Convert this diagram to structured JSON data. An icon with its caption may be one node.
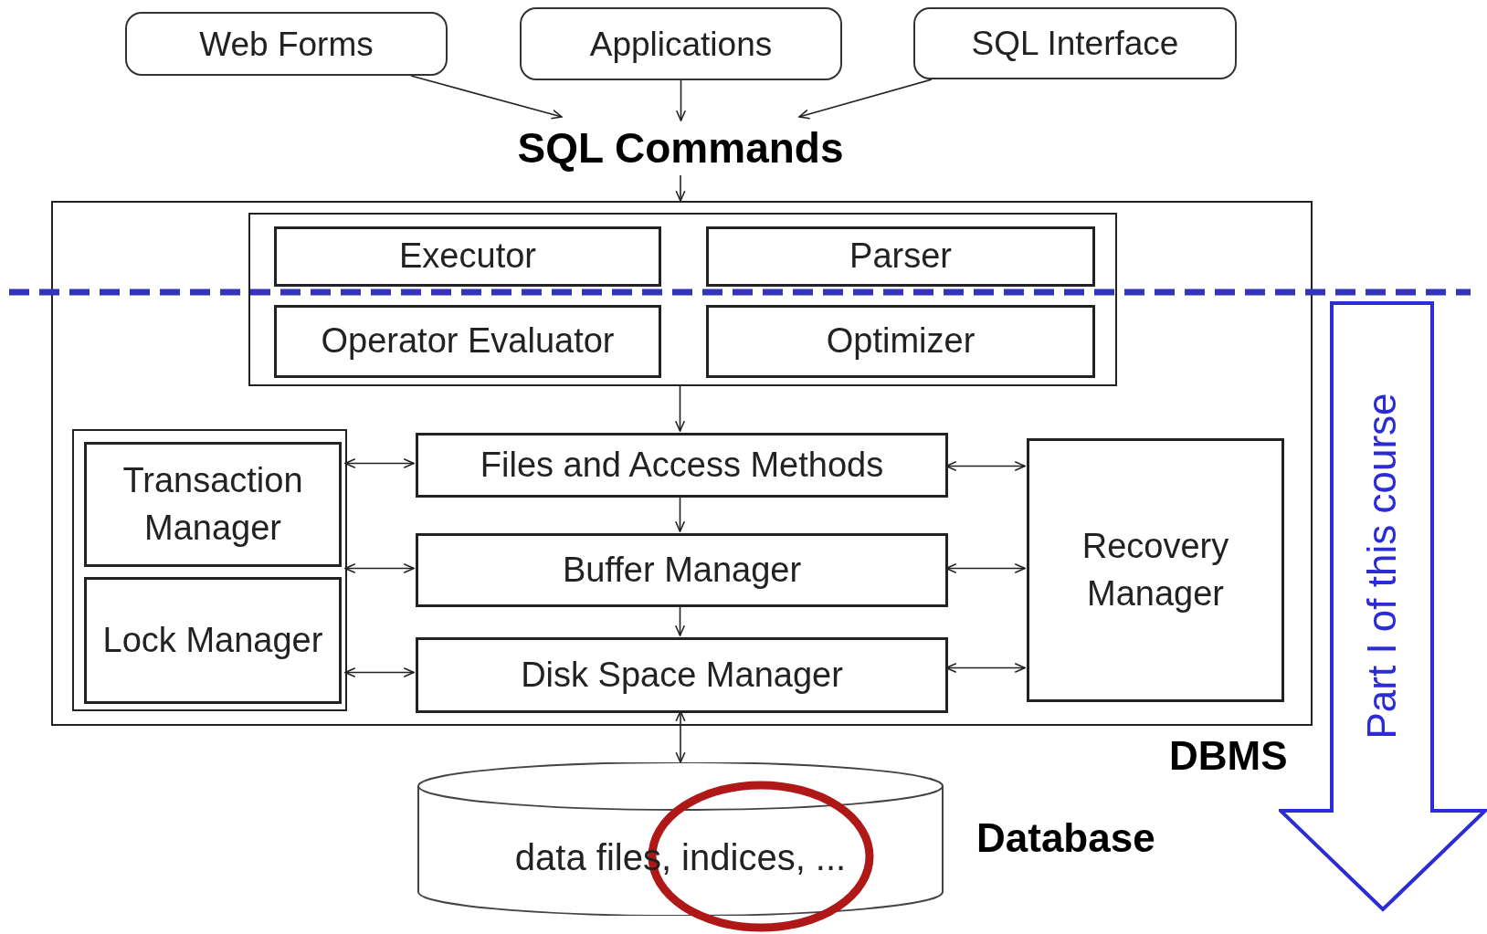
{
  "diagram": {
    "nodes": [
      {
        "text": [
          "Web Forms"
        ]
      },
      {
        "text": [
          "Applications"
        ]
      },
      {
        "text": [
          "SQL Interface"
        ]
      },
      {
        "text": [
          "SQL Commands"
        ]
      },
      {
        "text": [
          "DBMS"
        ]
      },
      {
        "text": [],
        "shape": "box",
        "in": 4
      },
      {
        "text": [
          "Executor"
        ],
        "in": 5
      },
      {
        "text": [
          "Parser"
        ],
        "in": 5
      },
      {
        "text": [
          "Operator Evaluator"
        ],
        "in": 5
      },
      {
        "text": [
          "Optimizer"
        ],
        "in": 5
      },
      {
        "text": [],
        "shape": "box",
        "in": 4
      },
      {
        "text": [
          "Transaction Manager"
        ],
        "in": 10
      },
      {
        "text": [
          "Lock Manager"
        ],
        "in": 10
      },
      {
        "text": [
          "Files and Access Methods"
        ],
        "in": 4
      },
      {
        "text": [
          "Buffer Manager"
        ],
        "in": 4
      },
      {
        "text": [
          "Disk Space Manager"
        ],
        "in": 4
      },
      {
        "text": [
          "Recovery Manager"
        ],
        "in": 4
      },
      {
        "text": [
          "data files, indices, ..."
        ],
        "beside": [
          "Database"
        ]
      },
      {
        "text": [
          "Part I of this course"
        ]
      }
    ],
    "edges": [
      {
        "from": 0,
        "to": 3,
        "arrow": "to"
      },
      {
        "from": 1,
        "to": 3,
        "arrow": "to"
      },
      {
        "from": 2,
        "to": 3,
        "arrow": "to"
      },
      {
        "from": 3,
        "to": 4,
        "arrow": "to"
      },
      {
        "from": 5,
        "to": 13,
        "arrow": "to"
      },
      {
        "from": 13,
        "to": 14,
        "arrow": "to"
      },
      {
        "from": 14,
        "to": 15,
        "arrow": "to"
      },
      {
        "from": 15,
        "to": 17,
        "arrow": "both"
      },
      {
        "from": 10,
        "to": 13,
        "arrow": "both"
      },
      {
        "from": 10,
        "to": 14,
        "arrow": "both"
      },
      {
        "from": 10,
        "to": 15,
        "arrow": "both"
      },
      {
        "from": 13,
        "to": 16,
        "arrow": "both"
      },
      {
        "from": 14,
        "to": 16,
        "arrow": "both"
      },
      {
        "from": 15,
        "to": 16,
        "arrow": "both"
      }
    ]
  }
}
